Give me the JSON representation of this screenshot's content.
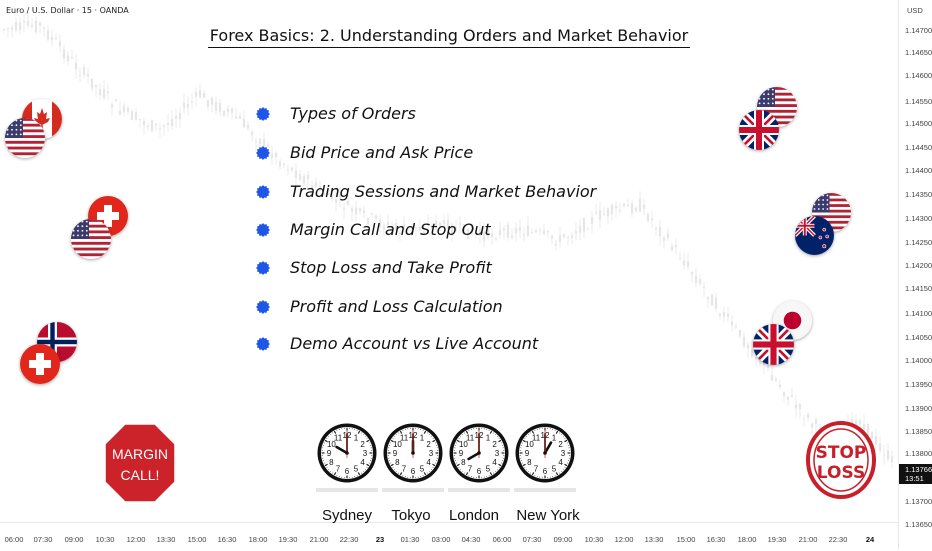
{
  "chart": {
    "symbol": "Euro / U.S. Dollar · 15 · OANDA",
    "currency": "USD",
    "price_ticks": [
      "1.14700",
      "1.14650",
      "1.14600",
      "1.14550",
      "1.14500",
      "1.14450",
      "1.14400",
      "1.14350",
      "1.14300",
      "1.14250",
      "1.14200",
      "1.14150",
      "1.14100",
      "1.14050",
      "1.14000",
      "1.13950",
      "1.13900",
      "1.13850",
      "1.13800",
      "1.13766",
      "1.13700",
      "1.13650"
    ],
    "current_price": "1.13766",
    "countdown": "13:51",
    "time_ticks": [
      "06:00",
      "07:30",
      "09:00",
      "10:30",
      "12:00",
      "13:30",
      "15:00",
      "16:30",
      "18:00",
      "19:30",
      "21:00",
      "22:30",
      "23",
      "01:30",
      "03:00",
      "04:30",
      "06:00",
      "07:30",
      "09:00",
      "10:30",
      "12:00",
      "13:30",
      "15:00",
      "16:30",
      "18:00",
      "19:30",
      "21:00",
      "22:30",
      "24",
      "01:30",
      "03:00"
    ]
  },
  "title": "Forex Basics: 2. Understanding Orders and Market Behavior",
  "bullets": [
    "Types of Orders",
    "Bid Price and Ask Price",
    "Trading Sessions and Market Behavior",
    "Margin Call and Stop Out",
    "Stop Loss and Take Profit",
    "Profit and Loss Calculation",
    "Demo Account vs Live Account"
  ],
  "clocks": [
    {
      "city": "Sydney",
      "hour": 10,
      "minute": 0
    },
    {
      "city": "Tokyo",
      "hour": 12,
      "minute": 0
    },
    {
      "city": "London",
      "hour": 8,
      "minute": 0
    },
    {
      "city": "New York",
      "hour": 1,
      "minute": 0
    }
  ],
  "margin_sign": {
    "line1": "MARGIN",
    "line2": "CALL!"
  },
  "stop_sign": {
    "line1": "STOP",
    "line2": "LOSS"
  },
  "flags": [
    {
      "name": "flag-canada-icon"
    },
    {
      "name": "flag-usa-icon"
    },
    {
      "name": "flag-switzerland-icon"
    },
    {
      "name": "flag-usa-icon"
    },
    {
      "name": "flag-norway-icon"
    },
    {
      "name": "flag-switzerland-icon"
    },
    {
      "name": "flag-usa-icon"
    },
    {
      "name": "flag-uk-icon"
    },
    {
      "name": "flag-usa-icon"
    },
    {
      "name": "flag-new-zealand-icon"
    },
    {
      "name": "flag-japan-icon"
    },
    {
      "name": "flag-uk-icon"
    }
  ],
  "colors": {
    "accent_bullet": "#1e56e8",
    "sign_red": "#cc2229",
    "stop_red": "#c8202a"
  }
}
